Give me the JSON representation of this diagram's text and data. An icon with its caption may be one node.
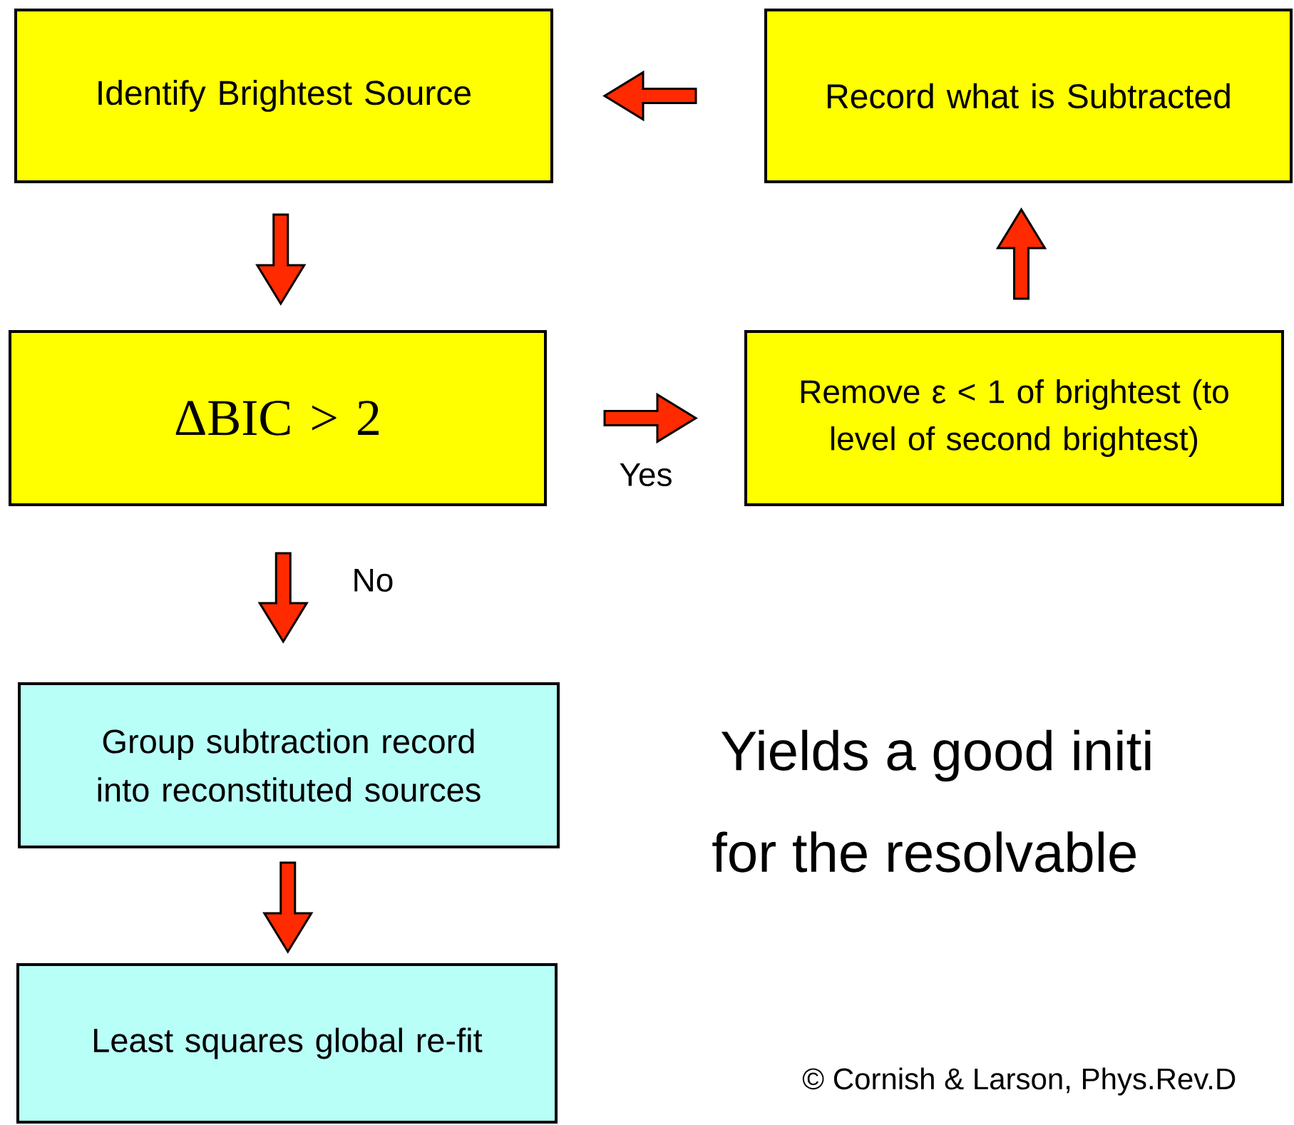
{
  "diagram": {
    "nodes": [
      {
        "text": [
          "Identify Brightest Source"
        ]
      },
      {
        "text": [
          "Record what is Subtracted"
        ]
      },
      {
        "text": [
          "ΔBIC > 2"
        ]
      },
      {
        "text": [
          "Remove ε < 1 of brightest (to level of second brightest)"
        ]
      },
      {
        "text": [
          "Group subtraction record into reconstituted sources"
        ]
      },
      {
        "text": [
          "Least squares global re-fit"
        ]
      }
    ],
    "edges": [
      {
        "from": 0,
        "to": 2,
        "arrow": "to"
      },
      {
        "from": 2,
        "to": 3,
        "arrow": "to",
        "label": "Yes"
      },
      {
        "from": 3,
        "to": 1,
        "arrow": "to"
      },
      {
        "from": 1,
        "to": 0,
        "arrow": "to"
      },
      {
        "from": 2,
        "to": 4,
        "arrow": "to",
        "label": "No"
      },
      {
        "from": 4,
        "to": 5,
        "arrow": "to"
      }
    ],
    "labels": [
      "Yields a good initi",
      "for the resolvable",
      "© Cornish & Larson, Phys.Rev.D"
    ]
  }
}
